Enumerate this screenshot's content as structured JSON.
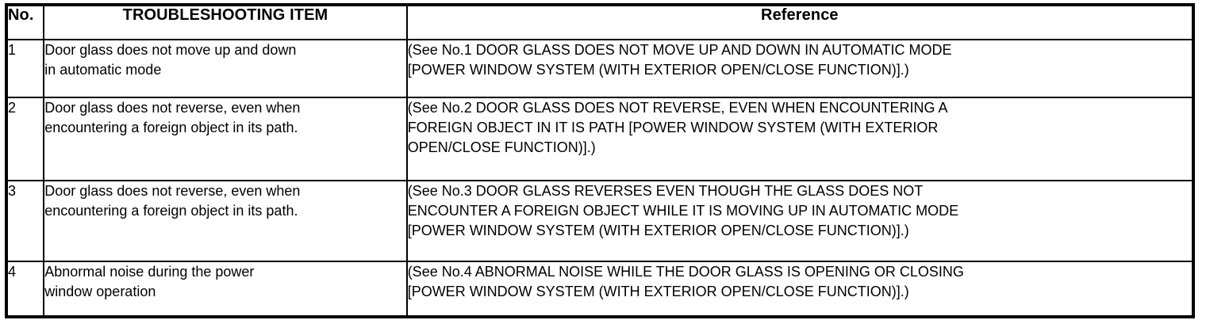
{
  "table": {
    "columns": [
      {
        "key": "no",
        "label": "No."
      },
      {
        "key": "item",
        "label": "TROUBLESHOOTING ITEM"
      },
      {
        "key": "ref",
        "label": "Reference"
      }
    ],
    "rows": [
      {
        "no": "1",
        "item": "Door glass does not move up and down\nin automatic mode",
        "reference": "(See No.1 DOOR GLASS DOES NOT MOVE UP AND DOWN IN AUTOMATIC MODE\n[POWER WINDOW SYSTEM (WITH EXTERIOR OPEN/CLOSE FUNCTION)].)"
      },
      {
        "no": "2",
        "item": "Door glass does not reverse, even when\nencountering a foreign object in its path.",
        "reference": "(See No.2 DOOR GLASS DOES NOT REVERSE, EVEN WHEN ENCOUNTERING A\nFOREIGN OBJECT IN IT IS PATH [POWER WINDOW SYSTEM (WITH EXTERIOR\nOPEN/CLOSE FUNCTION)].)"
      },
      {
        "no": "3",
        "item": "Door glass does not reverse, even when\nencountering a foreign object in its path.",
        "reference": "(See No.3 DOOR GLASS REVERSES EVEN THOUGH THE GLASS DOES NOT\nENCOUNTER A FOREIGN OBJECT WHILE IT IS MOVING UP IN AUTOMATIC MODE\n[POWER WINDOW SYSTEM (WITH EXTERIOR OPEN/CLOSE FUNCTION)].)"
      },
      {
        "no": "4",
        "item": "Abnormal noise during the power\nwindow operation",
        "reference": "(See No.4 ABNORMAL NOISE WHILE THE DOOR GLASS IS OPENING OR CLOSING\n[POWER WINDOW SYSTEM (WITH EXTERIOR OPEN/CLOSE FUNCTION)].)"
      }
    ]
  },
  "colors": {
    "border": "#000000",
    "text": "#000000",
    "background": "#ffffff"
  }
}
